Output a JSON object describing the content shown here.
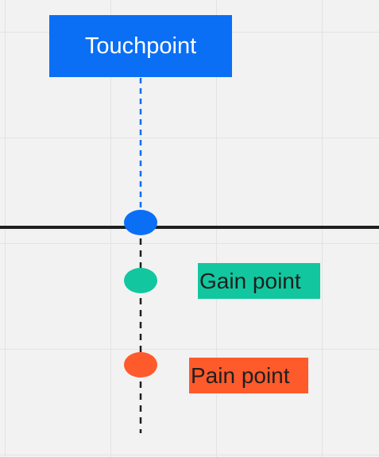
{
  "diagram": {
    "touchpoint_label": "Touchpoint",
    "gain_label": "Gain point",
    "pain_label": "Pain point"
  },
  "colors": {
    "touchpoint": "#0a6ff5",
    "gain": "#12c79f",
    "pain": "#ff5a2b",
    "axis": "#1f1f1f"
  }
}
